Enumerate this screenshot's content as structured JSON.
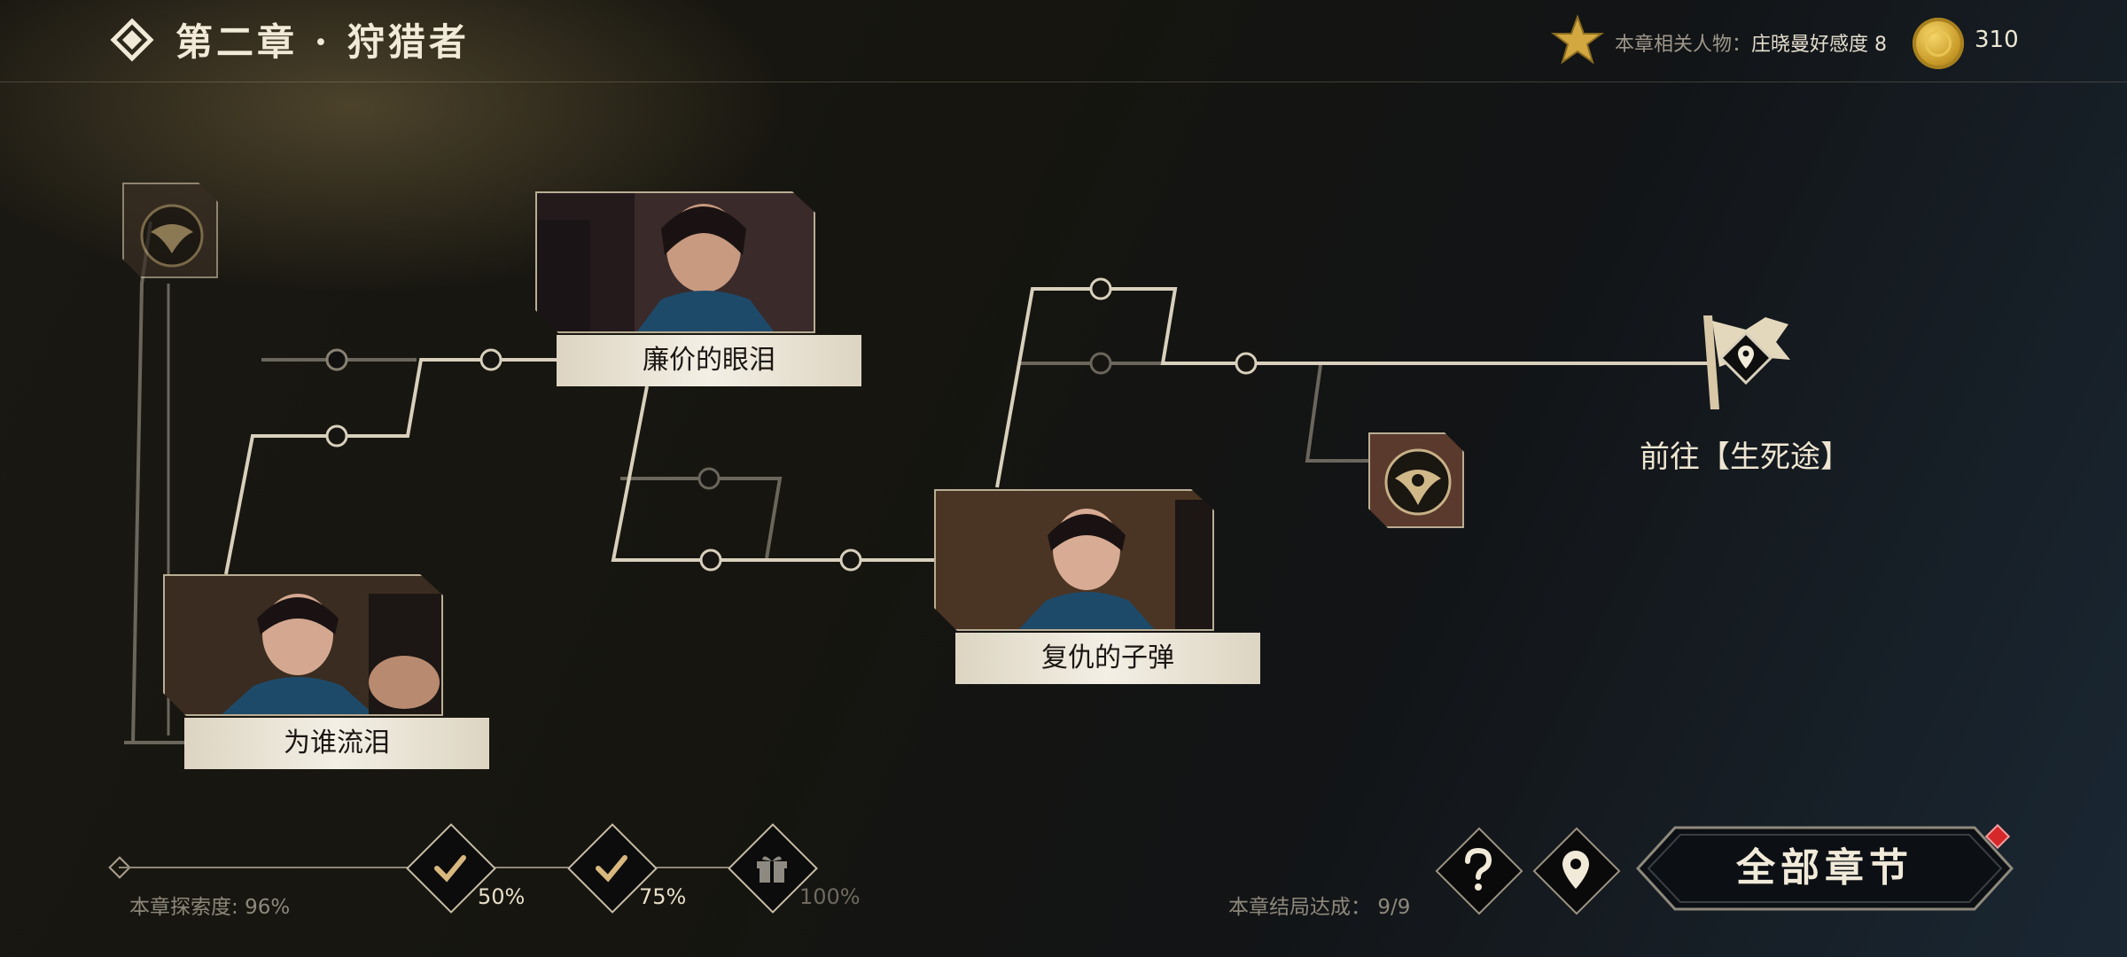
{
  "header": {
    "chapter_title": "第二章 · 狩猎者",
    "affinity_label": "本章相关人物：",
    "affinity_value": "庄晓曼好感度 8",
    "coin_count": "310"
  },
  "story_nodes": [
    {
      "label": "廉价的眼泪"
    },
    {
      "label": "为谁流泪"
    },
    {
      "label": "复仇的子弹"
    }
  ],
  "destination": {
    "label": "前往【生死途】"
  },
  "progress": {
    "explore_label": "本章探索度:",
    "explore_value": "96%",
    "explore_fraction": 0.96,
    "milestones": [
      {
        "pct": "50%",
        "state": "claimed",
        "icon": "check-icon"
      },
      {
        "pct": "75%",
        "state": "claimed",
        "icon": "check-icon"
      },
      {
        "pct": "100%",
        "state": "locked",
        "icon": "gift-icon"
      }
    ]
  },
  "endings": {
    "label": "本章结局达成：",
    "value": "9/9"
  },
  "buttons": {
    "help_icon": "question-icon",
    "locate_icon": "location-pin-icon",
    "all_chapters": "全部章节"
  },
  "colors": {
    "accent_gold": "#d4b98a",
    "line_light": "#d8d0bc",
    "line_dim": "#6b665c",
    "alert_red": "#d62828"
  }
}
